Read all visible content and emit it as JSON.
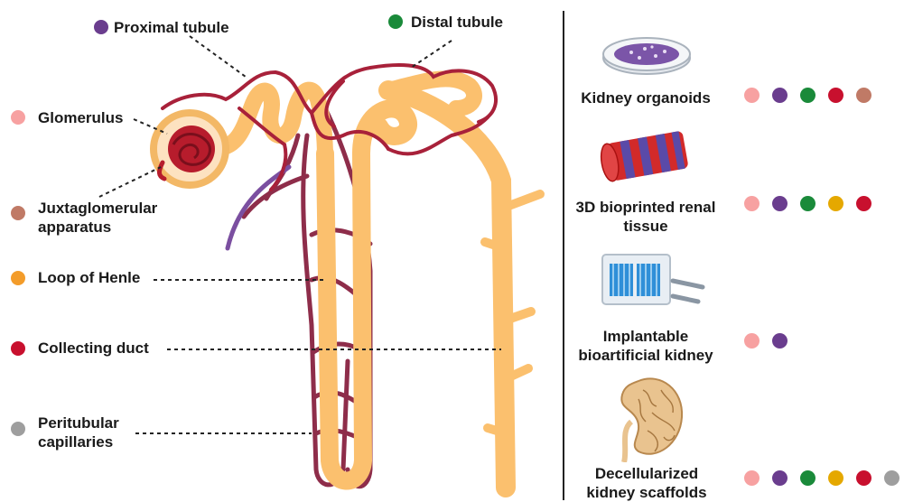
{
  "colors": {
    "glomerulus": "#f7a1a1",
    "proximal": "#6a3d8e",
    "distal": "#1a8a3a",
    "juxta": "#c07a66",
    "loop": "#f39c2a",
    "collecting": "#c8102e",
    "peritubular": "#9e9e9e",
    "yellow": "#e5a800",
    "tubule": "#fbc06e",
    "vessel": "#a8213a",
    "vessel2": "#8e2d4a",
    "afferent": "#7b4fa0"
  },
  "labels": {
    "proximal": "Proximal tubule",
    "distal": "Distal tubule",
    "glomerulus": "Glomerulus",
    "juxta": "Juxtaglomerular apparatus",
    "loop": "Loop of Henle",
    "collecting": "Collecting duct",
    "peritubular": "Peritubular capillaries"
  },
  "applications": [
    {
      "title": "Kidney organoids",
      "icon": "petri-dish-icon",
      "dots": [
        "#f7a1a1",
        "#6a3d8e",
        "#1a8a3a",
        "#c8102e",
        "#c07a66"
      ]
    },
    {
      "title": "3D bioprinted renal tissue",
      "icon": "bioprinted-tissue-icon",
      "dots": [
        "#f7a1a1",
        "#6a3d8e",
        "#1a8a3a",
        "#e5a800",
        "#c8102e"
      ]
    },
    {
      "title": "Implantable bioartificial kidney",
      "icon": "bioartificial-device-icon",
      "dots": [
        "#f7a1a1",
        "#6a3d8e"
      ]
    },
    {
      "title": "Decellularized kidney scaffolds",
      "icon": "kidney-scaffold-icon",
      "dots": [
        "#f7a1a1",
        "#6a3d8e",
        "#1a8a3a",
        "#e5a800",
        "#c8102e",
        "#9e9e9e"
      ]
    }
  ]
}
